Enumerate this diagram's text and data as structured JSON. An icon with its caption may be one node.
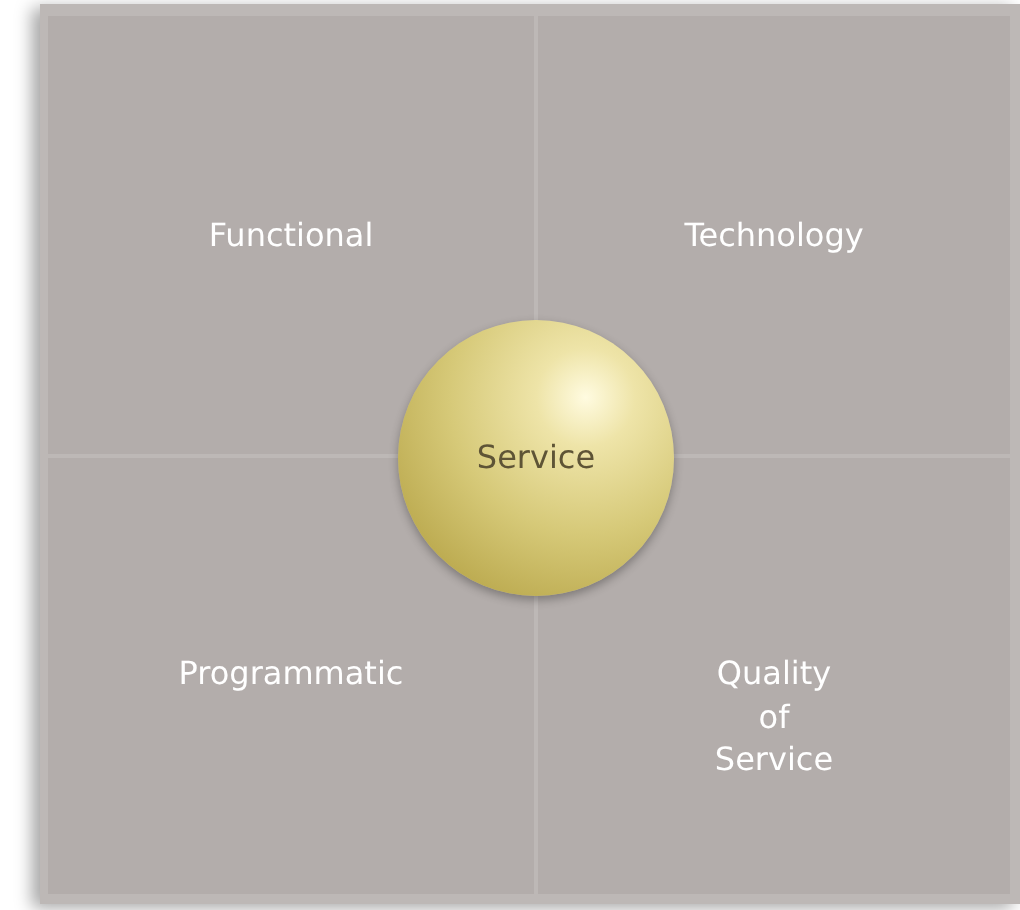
{
  "diagram": {
    "nodes": [
      {
        "text": [
          "Functional"
        ]
      },
      {
        "text": [
          "Technology"
        ]
      },
      {
        "text": [
          "Programmatic"
        ]
      },
      {
        "text": [
          "Quality of Service"
        ]
      },
      {
        "text": [
          "Service"
        ]
      }
    ]
  }
}
